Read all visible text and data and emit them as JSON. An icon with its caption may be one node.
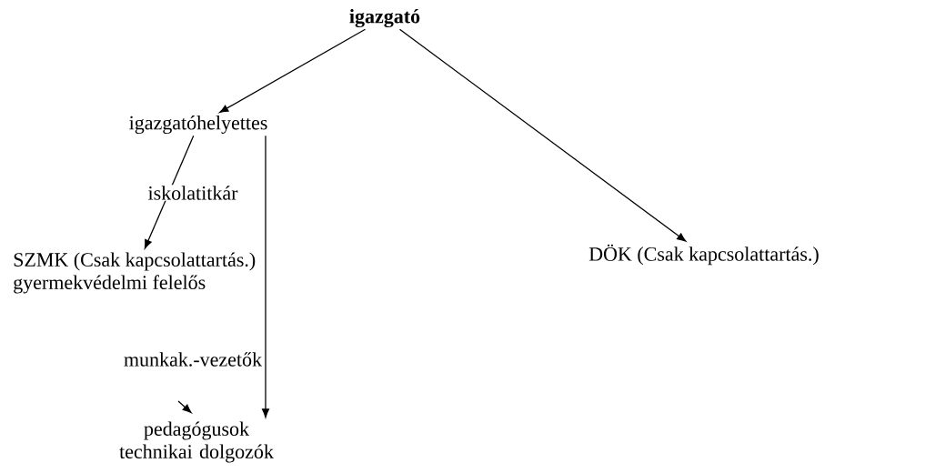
{
  "diagram": {
    "nodes": [
      {
        "text": [
          "igazgató"
        ]
      },
      {
        "text": [
          "igazgatóhelyettes"
        ]
      },
      {
        "text": [
          "SZMK (Csak kapcsolattartás.)",
          "gyermekvédelmi felelős"
        ]
      },
      {
        "text": [
          "DÖK (Csak kapcsolattartás.)"
        ]
      },
      {
        "text": [
          "pedagógusok technikai dolgozók"
        ]
      }
    ],
    "edges": [
      {
        "from": 0,
        "to": 1,
        "arrow": "to"
      },
      {
        "from": 0,
        "to": 3,
        "arrow": "to"
      },
      {
        "from": 1,
        "to": 2,
        "arrow": "to"
      },
      {
        "from": 1,
        "to": 4,
        "arrow": "to"
      },
      {
        "from": null,
        "to": 4,
        "arrow": "to"
      }
    ],
    "labels": [
      "iskolatitkár",
      "munkak.-vezetők"
    ]
  }
}
